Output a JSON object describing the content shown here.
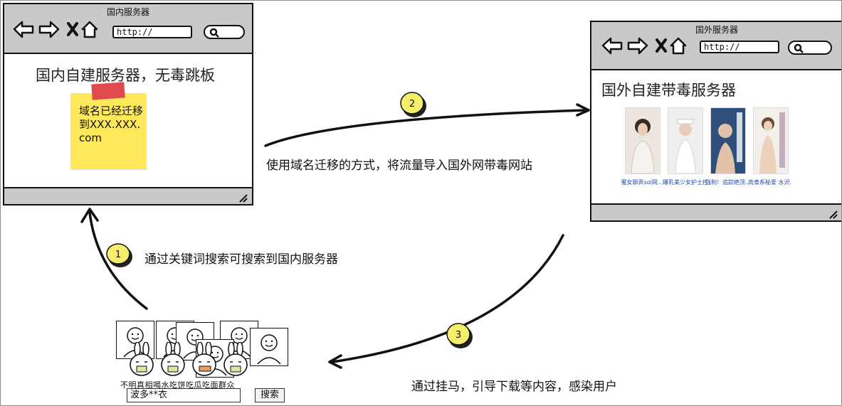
{
  "domestic": {
    "window_title": "国内服务器",
    "url": "http://",
    "heading": "国内自建服务器，无毒跳板",
    "note": "域名已经迁移到XXX.XXX.com"
  },
  "foreign": {
    "window_title": "国外服务器",
    "url": "http://",
    "heading": "国外自建带毒服务器",
    "captions": [
      "蜜女舔弄sol网...",
      "爆乳美少女护士控...",
      "强制！追踪绝顶...",
      "肉食系秘爱 水沢..."
    ]
  },
  "steps": [
    {
      "num": "1",
      "text": "通过关键词搜索可搜索到国内服务器"
    },
    {
      "num": "2",
      "text": "使用域名迁移的方式，将流量导入国外网带毒网站"
    },
    {
      "num": "3",
      "text": "通过挂马，引导下载等内容，感染用户"
    }
  ],
  "crowd": {
    "caption": "不明真相喝水吃饼吃瓜吃面群众",
    "search_value": "波多**衣",
    "search_button": "搜索"
  },
  "colors": {
    "window_chrome": "#c9c9c9",
    "note": "#ffe85a",
    "tape": "#e0494e",
    "coin": "#f4ee6a",
    "caption_link": "#2445a8"
  }
}
